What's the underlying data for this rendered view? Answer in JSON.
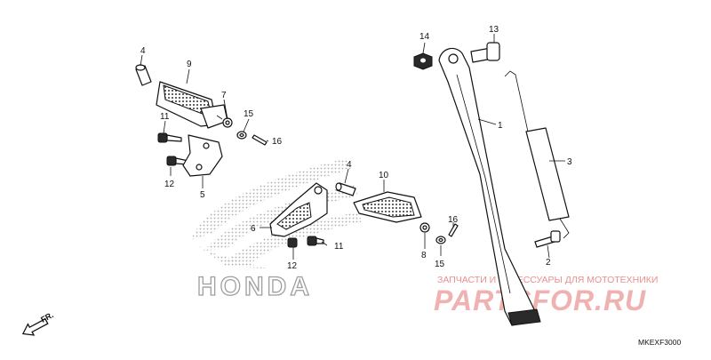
{
  "diagram_code": "MKEXF3000",
  "direction_marker": "FR.",
  "brand_watermark": "HONDA",
  "shop_watermark": {
    "tagline": "ЗАПЧАСТИ И АКСЕССУАРЫ ДЛЯ МОТОТЕХНИКИ",
    "logo": "PARTSFOR.RU",
    "accent_color": "#e57373"
  },
  "callouts": {
    "p1": "1",
    "p2": "2",
    "p3": "3",
    "p4a": "4",
    "p4b": "4",
    "p5": "5",
    "p6": "6",
    "p7": "7",
    "p8": "8",
    "p9": "9",
    "p10": "10",
    "p11a": "11",
    "p11b": "11",
    "p12a": "12",
    "p12b": "12",
    "p13": "13",
    "p14": "14",
    "p15a": "15",
    "p15b": "15",
    "p16a": "16",
    "p16b": "16"
  }
}
